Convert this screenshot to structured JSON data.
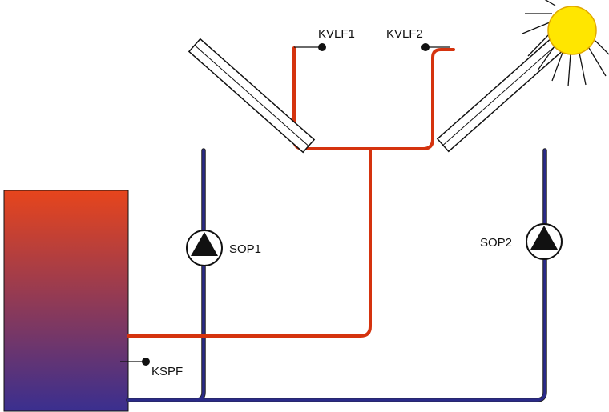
{
  "labels": {
    "kvlf1": "KVLF1",
    "kvlf2": "KVLF2",
    "sop1": "SOP1",
    "sop2": "SOP2",
    "kspf": "KSPF"
  },
  "colors": {
    "hot_pipe": "#d5330e",
    "cold_pipe": "#2a2a88",
    "tank_top": "#e7451c",
    "tank_bottom": "#3a2f8f",
    "sun_fill": "#ffe600",
    "sun_stroke": "#e0a800",
    "outline": "#111111"
  },
  "icons": {
    "sun": "sun-icon",
    "pump": "pump-icon",
    "sensor": "temperature-sensor-icon"
  }
}
